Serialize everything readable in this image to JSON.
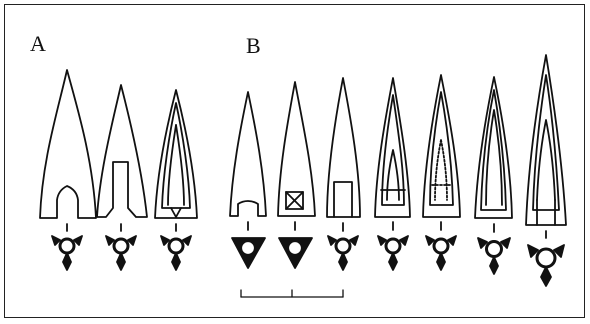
{
  "panels": {
    "a": {
      "label": "A"
    },
    "b": {
      "label": "B"
    }
  },
  "figures": [
    {
      "panel": "A",
      "symbol": "circle-trident"
    },
    {
      "panel": "A",
      "symbol": "circle-trident"
    },
    {
      "panel": "A",
      "symbol": "circle-trident"
    },
    {
      "panel": "B",
      "symbol": "filled-triangle"
    },
    {
      "panel": "B",
      "symbol": "filled-triangle"
    },
    {
      "panel": "B",
      "symbol": "circle-trident"
    },
    {
      "panel": "B",
      "symbol": "circle-trident"
    },
    {
      "panel": "B",
      "symbol": "circle-trident"
    },
    {
      "panel": "B",
      "symbol": "circle-trident"
    },
    {
      "panel": "B",
      "symbol": "circle-trident"
    }
  ],
  "colors": {
    "ink": "#111111",
    "paper": "#ffffff"
  }
}
